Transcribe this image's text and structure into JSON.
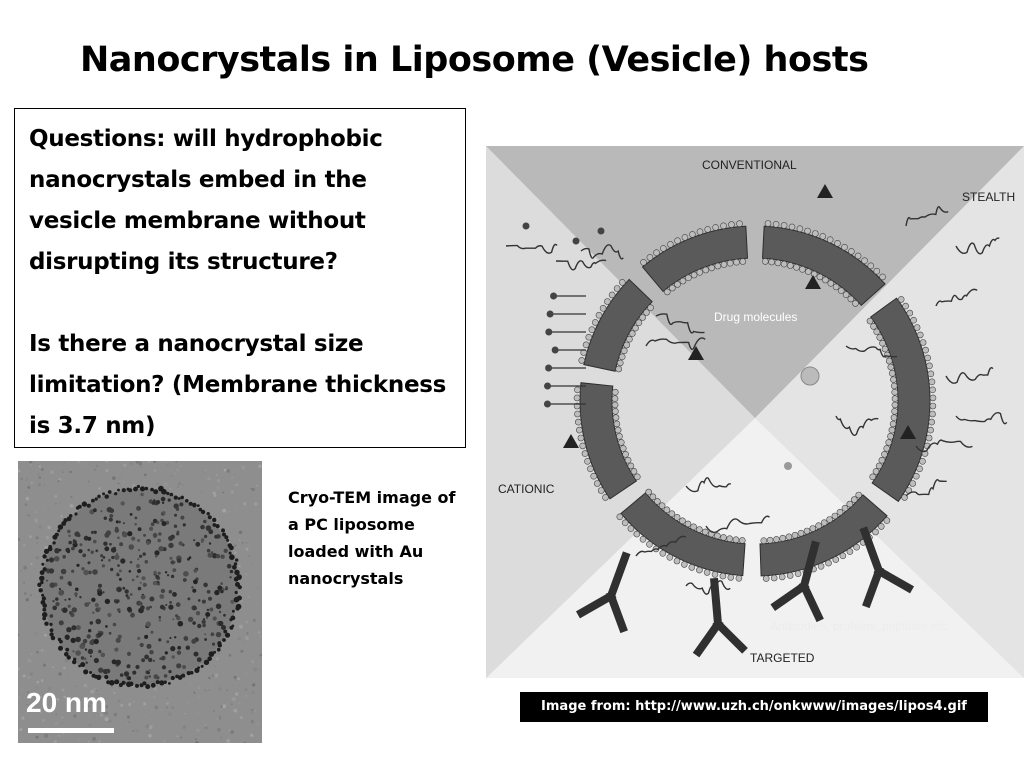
{
  "slide": {
    "title": "Nanocrystals in Liposome (Vesicle) hosts"
  },
  "questions": {
    "paragraph1": "Questions: will hydrophobic nanocrystals embed in the vesicle membrane without disrupting its structure?",
    "paragraph2": "Is there a nanocrystal size limitation?  (Membrane thickness is 3.7 nm)"
  },
  "tem_image": {
    "scale_label": "20 nm",
    "caption": "Cryo-TEM image of a PC liposome loaded with Au nanocrystals"
  },
  "diagram": {
    "labels": {
      "conventional": "CONVENTIONAL",
      "stealth": "STEALTH",
      "cationic": "CATIONIC",
      "targeted": "TARGETED",
      "drug_molecules": "Drug molecules",
      "antibodies": "Antibodies, proteins, peptides etc."
    }
  },
  "credit": {
    "text": "Image from: http://www.uzh.ch/onkwww/images/lipos4.gif"
  }
}
